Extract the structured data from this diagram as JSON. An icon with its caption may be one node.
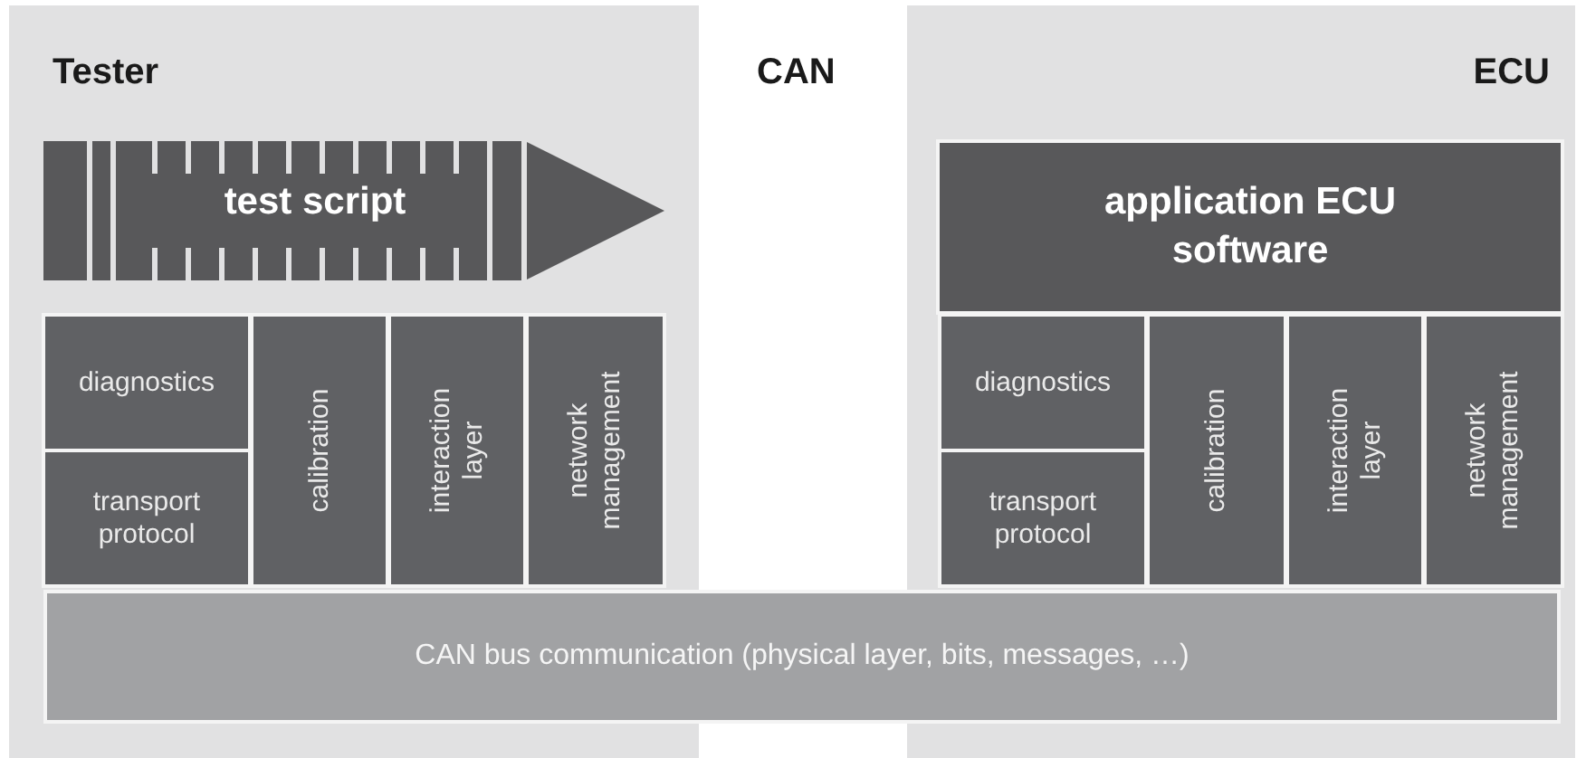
{
  "diagram": {
    "nodes": [
      {
        "text": [
          "Tester"
        ]
      },
      {
        "text": [
          "test script"
        ],
        "in": 0
      },
      {
        "text": [
          "diagnostics"
        ],
        "in": 0
      },
      {
        "text": [
          "transport protocol"
        ],
        "in": 0
      },
      {
        "text": [
          "calibration"
        ],
        "in": 0
      },
      {
        "text": [
          "interaction layer"
        ],
        "in": 0
      },
      {
        "text": [
          "network management"
        ],
        "in": 0
      },
      {
        "text": [
          "ECU"
        ]
      },
      {
        "text": [
          "application ECU software"
        ],
        "in": 7
      },
      {
        "text": [
          "diagnostics"
        ],
        "in": 7
      },
      {
        "text": [
          "transport protocol"
        ],
        "in": 7
      },
      {
        "text": [
          "calibration"
        ],
        "in": 7
      },
      {
        "text": [
          "interaction layer"
        ],
        "in": 7
      },
      {
        "text": [
          "network management"
        ],
        "in": 7
      },
      {
        "text": [
          "CAN bus communication (physical layer, bits, messages, …)"
        ]
      }
    ],
    "labels": [
      "CAN"
    ]
  }
}
